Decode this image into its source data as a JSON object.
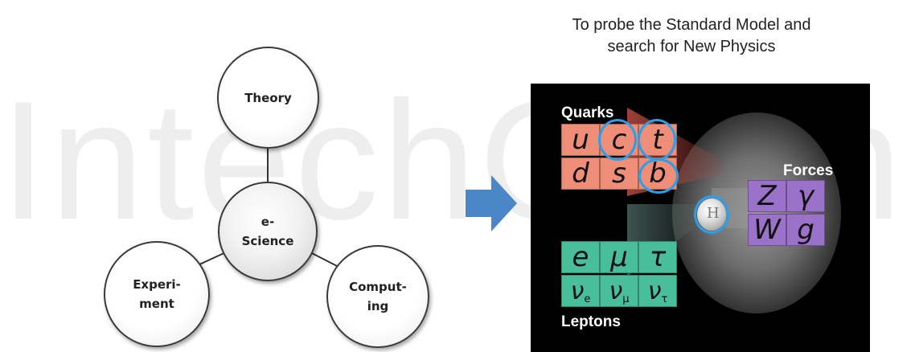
{
  "watermark": "IntechOpen",
  "diagram": {
    "nodes": [
      {
        "id": "theory",
        "label": "Theory"
      },
      {
        "id": "escience",
        "label": "e-\nScience"
      },
      {
        "id": "experiment",
        "label": "Experi-\nment"
      },
      {
        "id": "computing",
        "label": "Comput-\ning"
      }
    ],
    "edges": [
      [
        "theory",
        "escience"
      ],
      [
        "experiment",
        "escience"
      ],
      [
        "computing",
        "escience"
      ]
    ]
  },
  "title": {
    "line1": "To probe the Standard Model and",
    "line2": "search for New Physics"
  },
  "standard_model": {
    "quarks_label": "Quarks",
    "leptons_label": "Leptons",
    "forces_label": "Forces",
    "higgs_symbol": "H",
    "quarks": [
      [
        "u",
        "c",
        "t"
      ],
      [
        "d",
        "s",
        "b"
      ]
    ],
    "leptons": [
      [
        "e",
        "μ",
        "τ"
      ],
      [
        "ν",
        "ν",
        "ν"
      ]
    ],
    "lepton_subscripts": [
      "e",
      "μ",
      "τ"
    ],
    "forces": [
      [
        "Z",
        "γ"
      ],
      [
        "W",
        "g"
      ]
    ],
    "highlighted": [
      "c",
      "t",
      "b",
      "H"
    ],
    "colors": {
      "quark": "#ee8d78",
      "lepton": "#48bf9a",
      "force": "#9b72c9",
      "highlight_ring": "#2b9fe8",
      "arrow": "#4a86c8"
    }
  }
}
